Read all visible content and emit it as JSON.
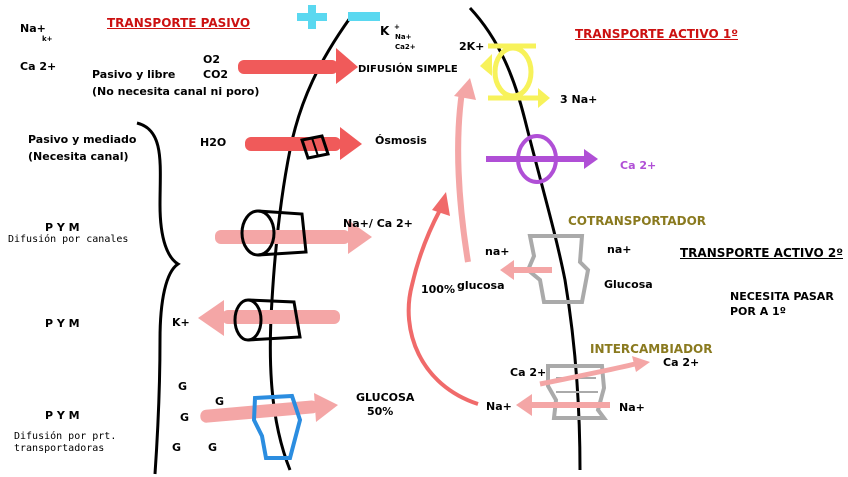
{
  "colors": {
    "red_title": "#cc1111",
    "olive_title": "#8a7a1f",
    "arrow_red": "#f05a5a",
    "arrow_pink": "#f4a6a6",
    "yellow_pump": "#f7f25a",
    "purple_pump": "#b04fd6",
    "blue_transporter": "#2b8de0",
    "cyan_plus": "#5ad8f0",
    "gray_transporter": "#aaaaaa",
    "membrane": "#000000"
  },
  "left": {
    "title": "TRANSPORTE PASIVO",
    "ion_na": "Na+",
    "ion_k_sub": "k+",
    "ion_ca": "Ca 2+",
    "gases": "O2\nCO2",
    "gas_o2": "O2",
    "gas_co2": "CO2",
    "simple_type": "Pasivo y libre",
    "simple_note": "(No necesita canal ni poro)",
    "simple_label": "DIFUSIÓN SIMPLE",
    "top_k": "K",
    "top_k_plus": "+",
    "top_na_small": "Na+",
    "top_ca_small": "Ca2+",
    "mediated_type": "Pasivo y mediado",
    "mediated_note": "(Necesita canal)",
    "water": "H2O",
    "osmosis_label": "Ósmosis",
    "pym_1": "P Y M",
    "channels_label": "Difusión por canales",
    "channel_ions": "Na+/ Ca 2+",
    "pym_2": "P Y M",
    "k_out": "K+",
    "pym_3": "P Y M",
    "carriers_label_1": "Difusión por prt.",
    "carriers_label_2": "transportadoras",
    "g1": "G",
    "g2": "G",
    "g3": "G",
    "g4": "G",
    "g5": "G",
    "glucose_label": "GLUCOSA",
    "glucose_pct": "50%"
  },
  "right": {
    "title_primary": "TRANSPORTE ACTIVO 1º",
    "k2": "2K+",
    "na3": "3 Na+",
    "ca_pump": "Ca 2+",
    "cotransporter_title": "COTRANSPORTADOR",
    "na_left": "na+",
    "na_right": "na+",
    "glucose_left": "glucosa",
    "glucose_pct": "100%",
    "glucose_right": "Glucosa",
    "title_secondary": "TRANSPORTE ACTIVO 2º",
    "requires_line1": "NECESITA PASAR",
    "requires_line2": "POR A 1º",
    "exchanger_title": "INTERCAMBIADOR",
    "ex_ca_left": "Ca 2+",
    "ex_ca_right": "Ca 2+",
    "ex_na_left": "Na+",
    "ex_na_right": "Na+"
  }
}
